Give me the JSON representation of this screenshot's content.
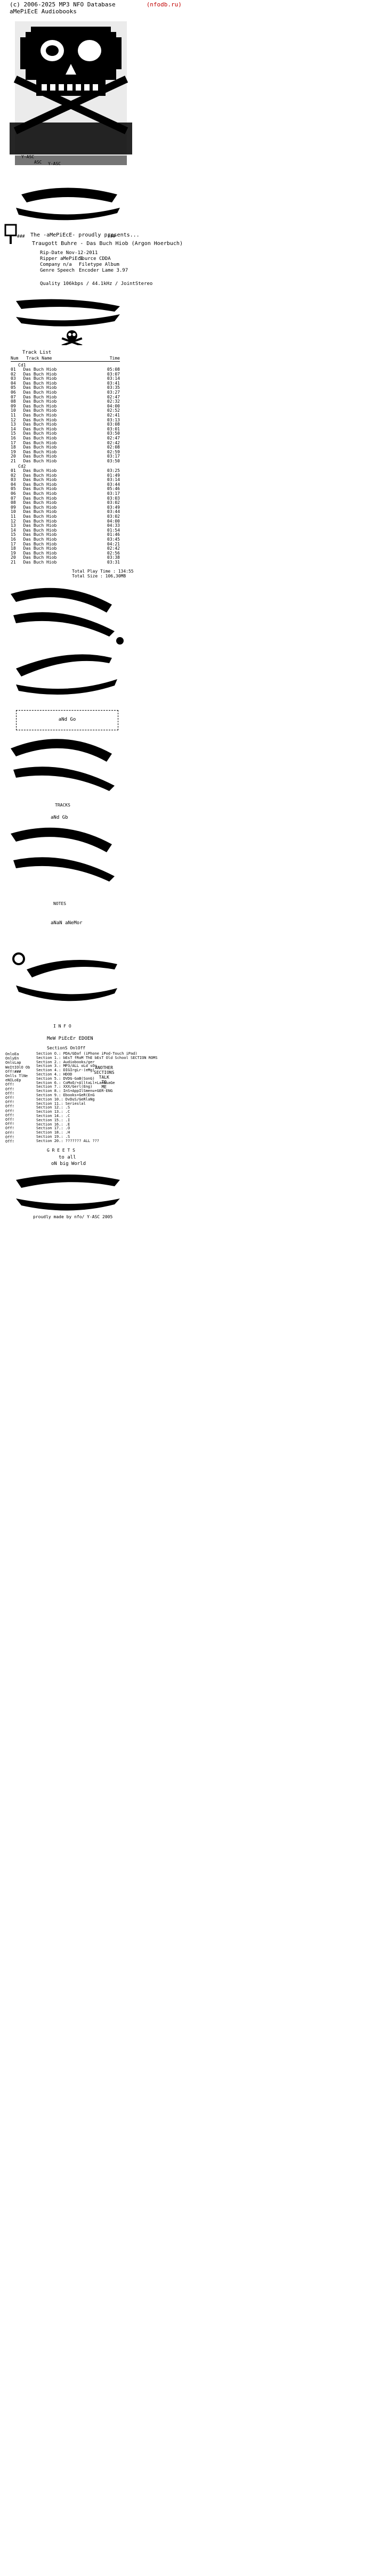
{
  "header": {
    "line1": "(c) 2006-2025 MP3 NFO Database",
    "url": "(nfodb.ru)",
    "line2": "aMePiEcE Audiobooks"
  },
  "tags": [
    "Y-ASC",
    "ASC",
    "Y-ASC"
  ],
  "presents": "The -aMePiEcE- proudly presents...",
  "release": {
    "title": "Traugott Buhre - Das Buch Hiob (Argon Hoerbuch)",
    "rip_date_label": "Rip-Date",
    "rip_date": "Nov-12-2011",
    "ripper_label": "Ripper",
    "ripper": "aMePiEcE",
    "company_label": "Company",
    "company": "n/a",
    "genre_label": "Genre",
    "genre": "Speech",
    "source_label": "Source",
    "source": "CDDA",
    "filetype_label": "Filetype",
    "filetype": "Album",
    "encoder_label": "Encoder",
    "encoder": "Lame 3.97",
    "quality_label": "Quality",
    "quality": "106kbps / 44.1kHz / JointStereo"
  },
  "tracklist": {
    "heading": "Track List",
    "col_num": "Num",
    "col_name": "Track Name",
    "col_time": "Time",
    "cd1": "Cd1",
    "cd2": "Cd2",
    "cd1_tracks": [
      [
        "01",
        "Das Buch Hiob",
        "05:08"
      ],
      [
        "02",
        "Das Buch Hiob",
        "03:07"
      ],
      [
        "03",
        "Das Buch Hiob",
        "03:14"
      ],
      [
        "04",
        "Das Buch Hiob",
        "03:41"
      ],
      [
        "05",
        "Das Buch Hiob",
        "03:35"
      ],
      [
        "06",
        "Das Buch Hiob",
        "03:27"
      ],
      [
        "07",
        "Das Buch Hiob",
        "02:47"
      ],
      [
        "08",
        "Das Buch Hiob",
        "02:32"
      ],
      [
        "09",
        "Das Buch Hiob",
        "04:00"
      ],
      [
        "10",
        "Das Buch Hiob",
        "02:52"
      ],
      [
        "11",
        "Das Buch Hiob",
        "02:41"
      ],
      [
        "12",
        "Das Buch Hiob",
        "03:13"
      ],
      [
        "13",
        "Das Buch Hiob",
        "03:08"
      ],
      [
        "14",
        "Das Buch Hiob",
        "03:01"
      ],
      [
        "15",
        "Das Buch Hiob",
        "03:50"
      ],
      [
        "16",
        "Das Buch Hiob",
        "02:47"
      ],
      [
        "17",
        "Das Buch Hiob",
        "02:42"
      ],
      [
        "18",
        "Das Buch Hiob",
        "02:08"
      ],
      [
        "19",
        "Das Buch Hiob",
        "02:59"
      ],
      [
        "20",
        "Das Buch Hiob",
        "03:17"
      ],
      [
        "21",
        "Das Buch Hiob",
        "03:50"
      ]
    ],
    "cd2_tracks": [
      [
        "01",
        "Das Buch Hiob",
        "03:25"
      ],
      [
        "02",
        "Das Buch Hiob",
        "01:49"
      ],
      [
        "03",
        "Das Buch Hiob",
        "03:14"
      ],
      [
        "04",
        "Das Buch Hiob",
        "03:44"
      ],
      [
        "05",
        "Das Buch Hiob",
        "05:46"
      ],
      [
        "06",
        "Das Buch Hiob",
        "03:17"
      ],
      [
        "07",
        "Das Buch Hiob",
        "03:03"
      ],
      [
        "08",
        "Das Buch Hiob",
        "03:02"
      ],
      [
        "09",
        "Das Buch Hiob",
        "03:49"
      ],
      [
        "10",
        "Das Buch Hiob",
        "03:44"
      ],
      [
        "11",
        "Das Buch Hiob",
        "03:02"
      ],
      [
        "12",
        "Das Buch Hiob",
        "04:00"
      ],
      [
        "13",
        "Das Buch Hiob",
        "04:33"
      ],
      [
        "14",
        "Das Buch Hiob",
        "01:54"
      ],
      [
        "15",
        "Das Buch Hiob",
        "01:46"
      ],
      [
        "16",
        "Das Buch Hiob",
        "03:45"
      ],
      [
        "17",
        "Das Buch Hiob",
        "04:21"
      ],
      [
        "18",
        "Das Buch Hiob",
        "02:42"
      ],
      [
        "19",
        "Das Buch Hiob",
        "02:56"
      ],
      [
        "20",
        "Das Buch Hiob",
        "03:38"
      ],
      [
        "21",
        "Das Buch Hiob",
        "03:31"
      ]
    ],
    "total_play_label": "Total Play Time",
    "total_play": "134:55",
    "total_size_label": "Total Size",
    "total_size": "106,30MB"
  },
  "info": {
    "text": "aNd Go"
  },
  "tracks_section": {
    "heading": "TRACKS",
    "text": "aNd Gb"
  },
  "notes": {
    "heading": "NOTES",
    "text": "aNaN aNeMor"
  },
  "nfo_info": {
    "heading": "I N F O",
    "title": "MeW PiEcEr EDOEN",
    "sections_header": "SectionS  OnlOff",
    "left_col": [
      "OnloEa",
      "OnlyEn",
      "OnlsLap",
      "WeItIOlO Ob",
      "Off!###",
      "Onlls TlNe",
      "eNILoEp",
      "Off!",
      "Off!",
      "Off!",
      "Off!",
      "Off!",
      "Off!",
      "Off!",
      "Off!",
      "Off!",
      "Off!",
      "Off!",
      "Off!",
      "Off!",
      "Off!"
    ],
    "sections": [
      "Section O.: PDA/GDaf (iPhone iPod-Touch iPad)",
      "Section 1.: bEsT fRoM ThE bEsT Old School SECTION ROMS",
      "Section 2.: Audiobooks/ger",
      "Section 3.: MP3/ALL oLd sOo",
      "Section 4.: DIGIrgLr-(eMg)",
      "Section 4.: HDOD",
      "Section 5.: DVDG-GaB(SonG)",
      "Section 6.: CoMoO/+AlltaLl+LanGuaGe",
      "Section 7.: XXX/Gerl(Eng)",
      "Section 8.: InS+AppIlSmenu+GER-ENG",
      "Section 9.: Ebooks+GeR(EnG",
      "Section 10.: DvDuS/GeRlaNg",
      "Section 11.: Serieslal",
      "Section 12.: .S",
      "Section 13.: .C",
      "Section 14.: .C",
      "Section 15.: .I",
      "Section 16.: .E",
      "Section 17.: .O",
      "Section 18.: .H",
      "Section 19.: .S",
      "Section 20.: ??????? ALL ???"
    ],
    "side_note": [
      "ANOTHER",
      "SECTIONS",
      "TALK",
      "TO",
      "ME"
    ]
  },
  "greets": {
    "heading": "G R E E T S",
    "line1": "to all",
    "line2": "oN big World"
  },
  "footer": "proudly made by nfo/ Y-ASC 2005"
}
